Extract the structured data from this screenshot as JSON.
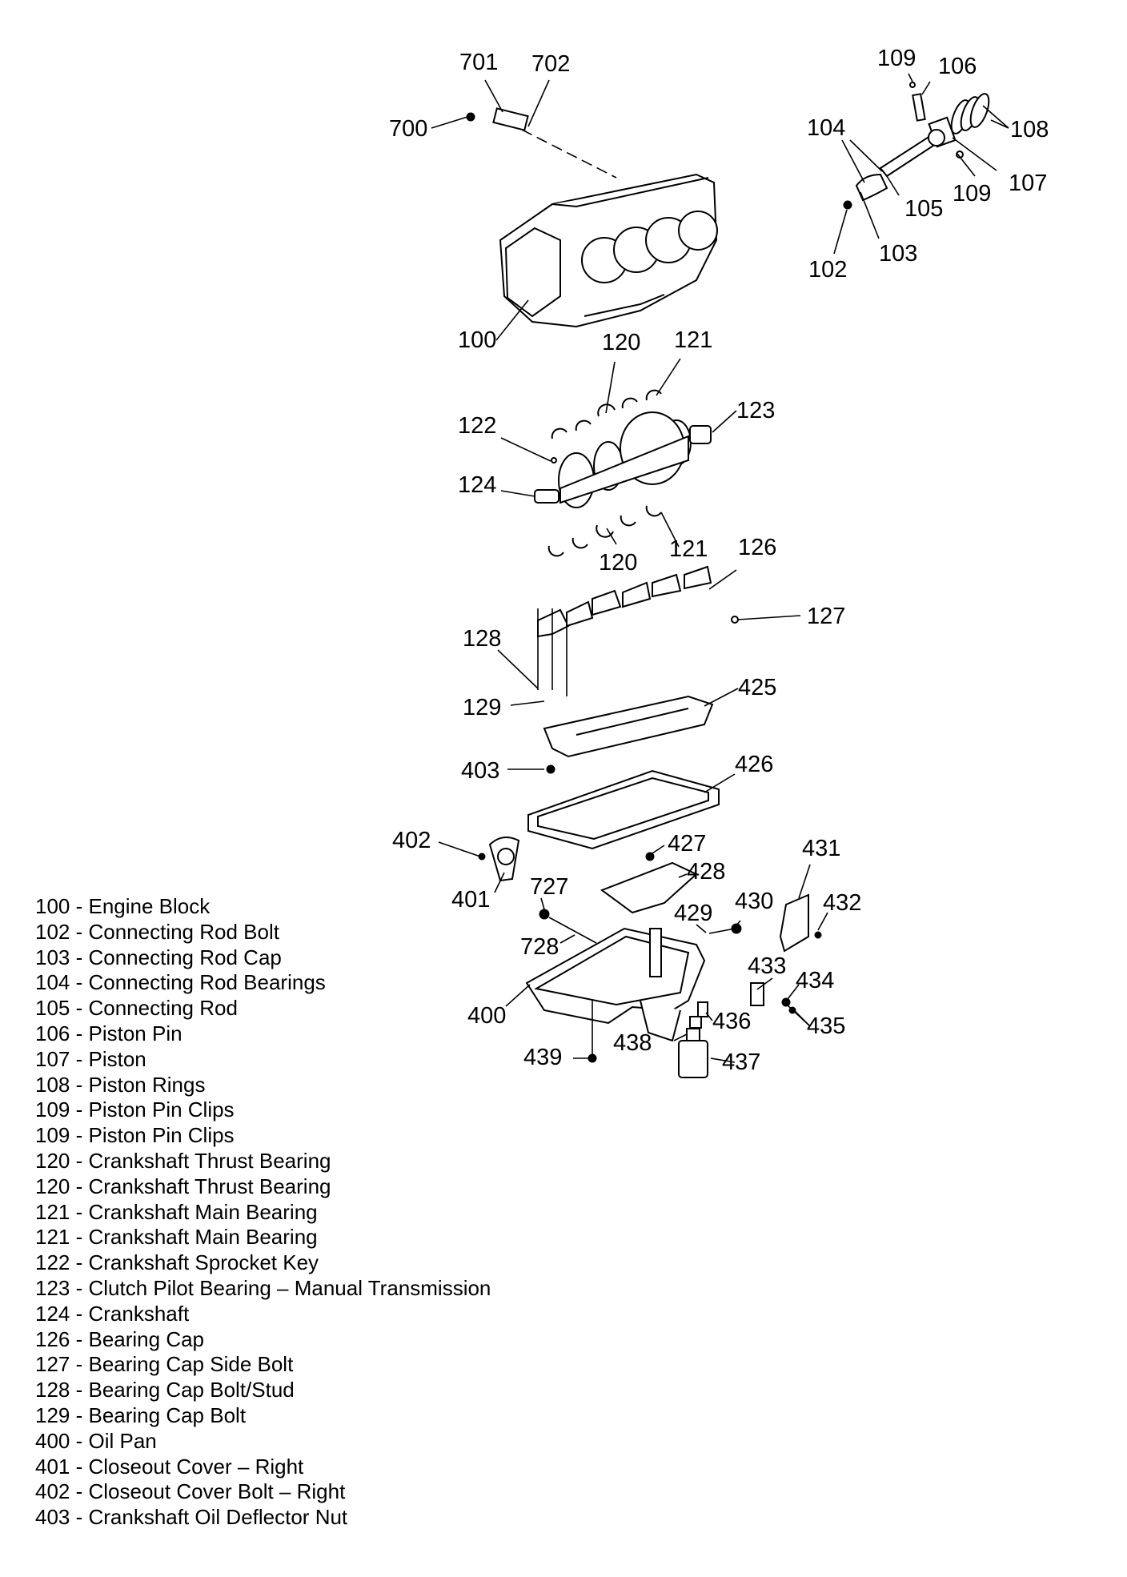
{
  "callouts": [
    {
      "id": "c700",
      "text": "700"
    },
    {
      "id": "c701",
      "text": "701"
    },
    {
      "id": "c702",
      "text": "702"
    },
    {
      "id": "c109a",
      "text": "109"
    },
    {
      "id": "c106",
      "text": "106"
    },
    {
      "id": "c104",
      "text": "104"
    },
    {
      "id": "c108",
      "text": "108"
    },
    {
      "id": "c109b",
      "text": "109"
    },
    {
      "id": "c107",
      "text": "107"
    },
    {
      "id": "c105",
      "text": "105"
    },
    {
      "id": "c103",
      "text": "103"
    },
    {
      "id": "c102",
      "text": "102"
    },
    {
      "id": "c100",
      "text": "100"
    },
    {
      "id": "c120a",
      "text": "120"
    },
    {
      "id": "c121a",
      "text": "121"
    },
    {
      "id": "c122",
      "text": "122"
    },
    {
      "id": "c123",
      "text": "123"
    },
    {
      "id": "c124",
      "text": "124"
    },
    {
      "id": "c120b",
      "text": "120"
    },
    {
      "id": "c121b",
      "text": "121"
    },
    {
      "id": "c126",
      "text": "126"
    },
    {
      "id": "c127",
      "text": "127"
    },
    {
      "id": "c128",
      "text": "128"
    },
    {
      "id": "c129",
      "text": "129"
    },
    {
      "id": "c425",
      "text": "425"
    },
    {
      "id": "c403",
      "text": "403"
    },
    {
      "id": "c426",
      "text": "426"
    },
    {
      "id": "c402",
      "text": "402"
    },
    {
      "id": "c427",
      "text": "427"
    },
    {
      "id": "c431",
      "text": "431"
    },
    {
      "id": "c428",
      "text": "428"
    },
    {
      "id": "c401",
      "text": "401"
    },
    {
      "id": "c727",
      "text": "727"
    },
    {
      "id": "c430",
      "text": "430"
    },
    {
      "id": "c432",
      "text": "432"
    },
    {
      "id": "c429",
      "text": "429"
    },
    {
      "id": "c728",
      "text": "728"
    },
    {
      "id": "c433",
      "text": "433"
    },
    {
      "id": "c434",
      "text": "434"
    },
    {
      "id": "c400",
      "text": "400"
    },
    {
      "id": "c436",
      "text": "436"
    },
    {
      "id": "c435",
      "text": "435"
    },
    {
      "id": "c438",
      "text": "438"
    },
    {
      "id": "c439",
      "text": "439"
    },
    {
      "id": "c437",
      "text": "437"
    }
  ],
  "legend": [
    "100 - Engine Block",
    "102 - Connecting Rod Bolt",
    "103 - Connecting Rod Cap",
    "104 - Connecting Rod Bearings",
    "105 - Connecting Rod",
    "106 - Piston Pin",
    "107 - Piston",
    "108 - Piston Rings",
    "109 - Piston Pin Clips",
    "109 - Piston Pin Clips",
    "120 - Crankshaft Thrust Bearing",
    "120 - Crankshaft Thrust Bearing",
    "121 - Crankshaft Main Bearing",
    "121 - Crankshaft Main Bearing",
    "122 - Crankshaft Sprocket Key",
    "123 - Clutch Pilot Bearing – Manual Transmission",
    "124 - Crankshaft",
    "126 - Bearing Cap",
    "127 - Bearing Cap Side Bolt",
    "128 - Bearing Cap Bolt/Stud",
    "129 - Bearing Cap Bolt",
    "400 - Oil Pan",
    "401 - Closeout Cover – Right",
    "402 - Closeout Cover Bolt – Right",
    "403 - Crankshaft Oil Deflector Nut"
  ]
}
